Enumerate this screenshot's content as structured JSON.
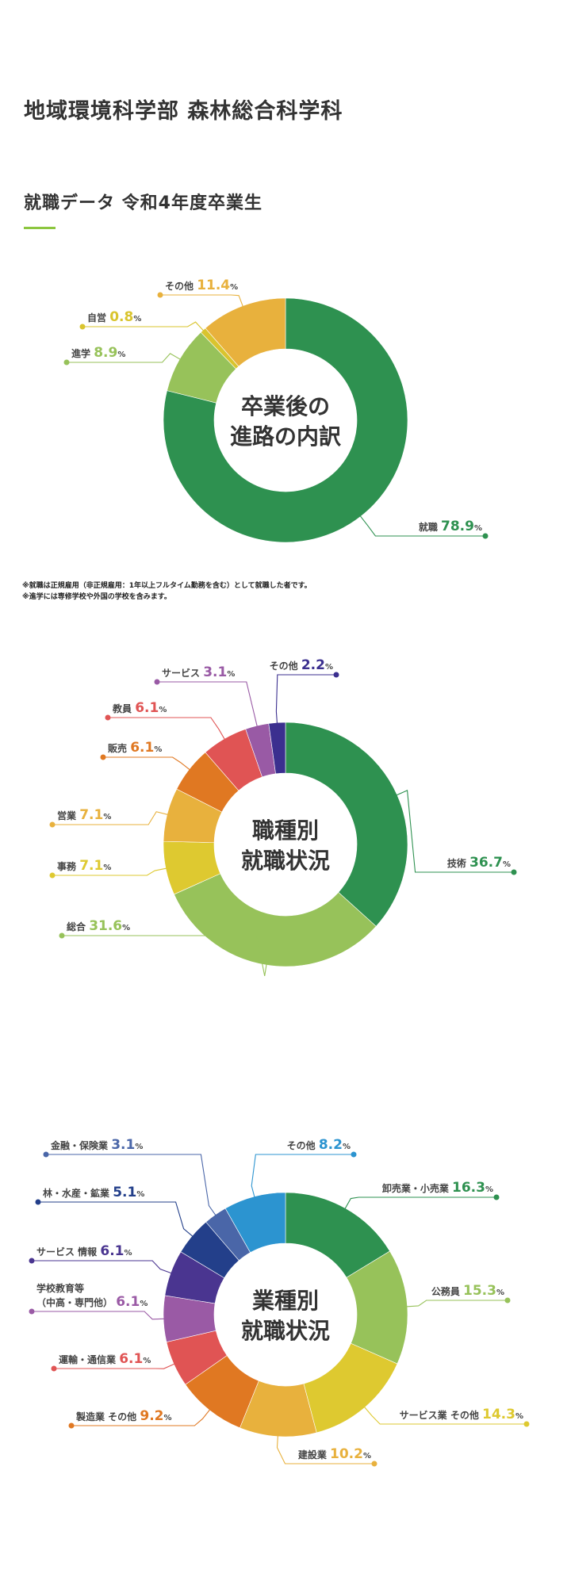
{
  "page_title": "地域環境科学部 森林総合科学科",
  "section_title": "就職データ 令和4年度卒業生",
  "notes": [
    "※就職は正規雇用（非正規雇用：1年以上フルタイム勤務を含む）として就職した者です。",
    "※進学には専修学校や外国の学校を含みます。"
  ],
  "unit": "%",
  "chart_data": [
    {
      "type": "pie",
      "center_title": [
        "卒業後の",
        "進路の内訳"
      ],
      "series": [
        {
          "name": "就職",
          "value": 78.9,
          "color": "#2e9150"
        },
        {
          "name": "進学",
          "value": 8.9,
          "color": "#97c25a"
        },
        {
          "name": "自営",
          "value": 0.8,
          "color": "#d9c42e"
        },
        {
          "name": "その他",
          "value": 11.4,
          "color": "#e8b13d"
        }
      ]
    },
    {
      "type": "pie",
      "center_title": [
        "職種別",
        "就職状況"
      ],
      "series": [
        {
          "name": "技術",
          "value": 36.7,
          "color": "#2e9150"
        },
        {
          "name": "総合",
          "value": 31.6,
          "color": "#97c25a"
        },
        {
          "name": "事務",
          "value": 7.1,
          "color": "#dec930"
        },
        {
          "name": "営業",
          "value": 7.1,
          "color": "#e8b13d"
        },
        {
          "name": "販売",
          "value": 6.1,
          "color": "#e07822"
        },
        {
          "name": "教員",
          "value": 6.1,
          "color": "#e05454"
        },
        {
          "name": "サービス",
          "value": 3.1,
          "color": "#995aa5"
        },
        {
          "name": "その他",
          "value": 2.2,
          "color": "#3b2f8f"
        }
      ]
    },
    {
      "type": "pie",
      "center_title": [
        "業種別",
        "就職状況"
      ],
      "series": [
        {
          "name": "卸売業・小売業",
          "value": 16.3,
          "color": "#2e9150"
        },
        {
          "name": "公務員",
          "value": 15.3,
          "color": "#97c25a"
        },
        {
          "name": "サービス業 その他",
          "value": 14.3,
          "color": "#dec930"
        },
        {
          "name": "建設業",
          "value": 10.2,
          "color": "#e8b13d"
        },
        {
          "name": "製造業 その他",
          "value": 9.2,
          "color": "#e07822"
        },
        {
          "name": "運輸・通信業",
          "value": 6.1,
          "color": "#e05454"
        },
        {
          "name": "学校教育等\n（中高・専門他）",
          "value": 6.1,
          "color": "#9a5aa5"
        },
        {
          "name": "サービス 情報",
          "value": 6.1,
          "color": "#4a3590"
        },
        {
          "name": "林・水産・鉱業",
          "value": 5.1,
          "color": "#233f8a"
        },
        {
          "name": "金融・保険業",
          "value": 3.1,
          "color": "#4a66a8"
        },
        {
          "name": "その他",
          "value": 8.2,
          "color": "#2c94d0"
        }
      ]
    }
  ]
}
